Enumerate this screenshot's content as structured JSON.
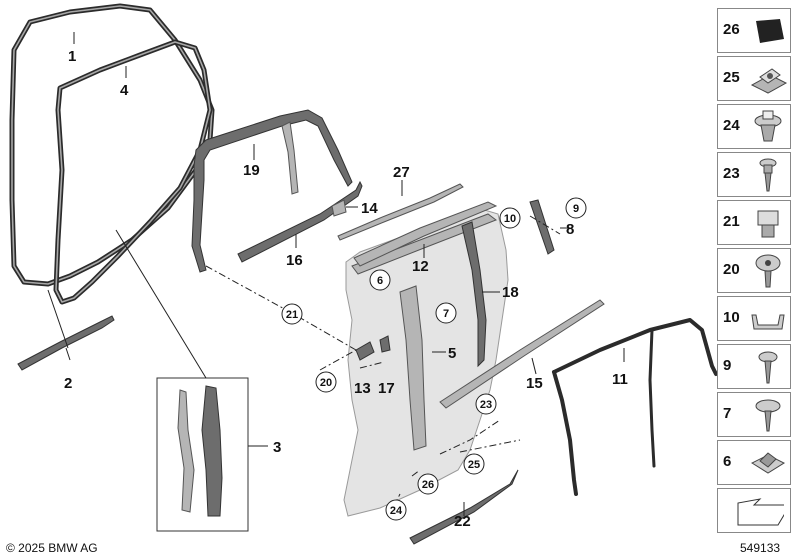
{
  "diagram": {
    "callouts": {
      "p1": "1",
      "p2": "2",
      "p3": "3",
      "p4": "4",
      "p5": "5",
      "p6": "6",
      "p7": "7",
      "p8": "8",
      "p9": "9",
      "p10": "10",
      "p11": "11",
      "p12": "12",
      "p13": "13",
      "p14": "14",
      "p15": "15",
      "p16": "16",
      "p17": "17",
      "p18": "18",
      "p19": "19",
      "p20": "20",
      "p21": "21",
      "p22": "22",
      "p23": "23",
      "p24": "24",
      "p25": "25",
      "p26": "26",
      "p27": "27"
    }
  },
  "sidebar": {
    "items": [
      {
        "label": "26",
        "icon": "adhesive-pad-icon"
      },
      {
        "label": "25",
        "icon": "spring-nut-clip-icon"
      },
      {
        "label": "24",
        "icon": "expanding-rivet-icon"
      },
      {
        "label": "23",
        "icon": "self-tapping-screw-icon"
      },
      {
        "label": "21",
        "icon": "square-nut-icon"
      },
      {
        "label": "20",
        "icon": "torx-screw-icon"
      },
      {
        "label": "10",
        "icon": "holding-clip-icon"
      },
      {
        "label": "9",
        "icon": "screw-icon"
      },
      {
        "label": "7",
        "icon": "washer-screw-icon"
      },
      {
        "label": "6",
        "icon": "clip-nut-icon"
      },
      {
        "label": "",
        "icon": "arrow-symbol-icon"
      }
    ]
  },
  "footer": {
    "copyright": "© 2025 BMW AG",
    "diagram_number": "549133"
  },
  "colors": {
    "line": "#222222",
    "part_light": "#b5b5b5",
    "part_dark": "#6d6d6d",
    "panel": "#e4e4e4"
  }
}
